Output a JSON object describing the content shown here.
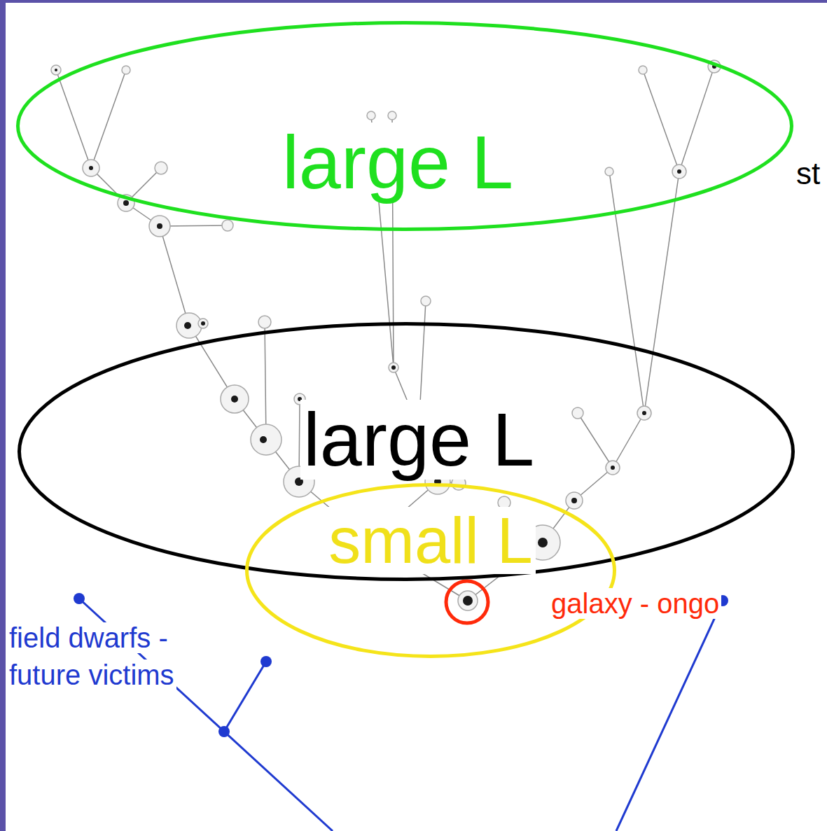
{
  "diagram": {
    "nodes": [
      {
        "text": [
          "large L"
        ]
      },
      {
        "text": [
          "large L"
        ]
      },
      {
        "text": [
          "small L"
        ]
      }
    ],
    "labels": [
      "st",
      "field dwarfs - future victims",
      "galaxy - ongo"
    ]
  }
}
